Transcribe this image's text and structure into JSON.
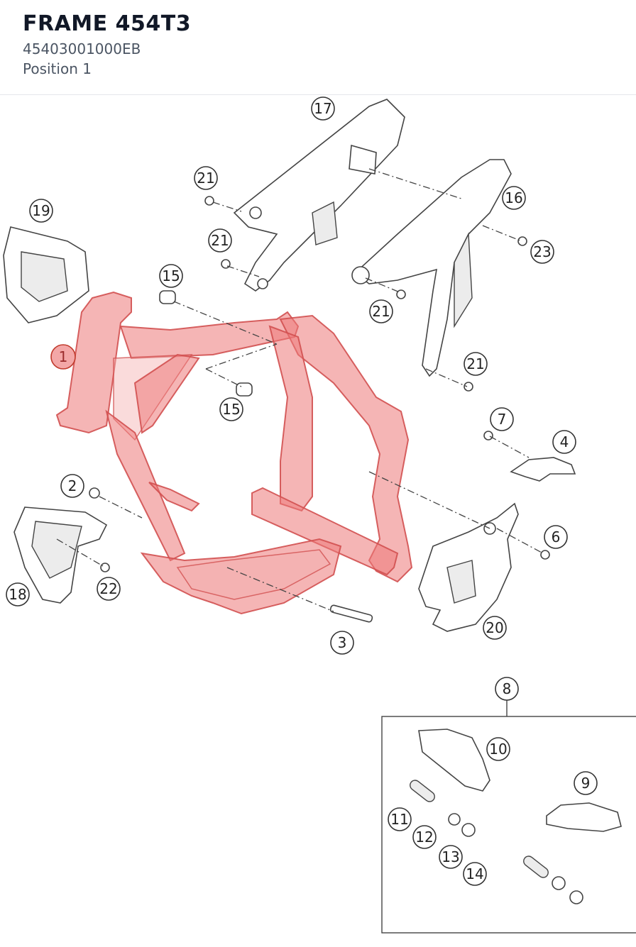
{
  "header": {
    "title": "FRAME 454T3",
    "part_number": "45403001000EB",
    "position": "Position 1"
  },
  "diagram": {
    "callouts": [
      {
        "label": "1",
        "active": true
      },
      {
        "label": "2"
      },
      {
        "label": "3"
      },
      {
        "label": "4"
      },
      {
        "label": "6"
      },
      {
        "label": "7"
      },
      {
        "label": "8"
      },
      {
        "label": "9"
      },
      {
        "label": "10"
      },
      {
        "label": "11"
      },
      {
        "label": "12"
      },
      {
        "label": "13"
      },
      {
        "label": "14"
      },
      {
        "label": "15"
      },
      {
        "label": "15"
      },
      {
        "label": "16"
      },
      {
        "label": "17"
      },
      {
        "label": "18"
      },
      {
        "label": "19"
      },
      {
        "label": "20"
      },
      {
        "label": "21"
      },
      {
        "label": "21"
      },
      {
        "label": "21"
      },
      {
        "label": "21"
      },
      {
        "label": "22"
      },
      {
        "label": "23"
      }
    ],
    "colors": {
      "highlight": "#f3a7a7",
      "highlight_stroke": "#c0392b"
    }
  }
}
